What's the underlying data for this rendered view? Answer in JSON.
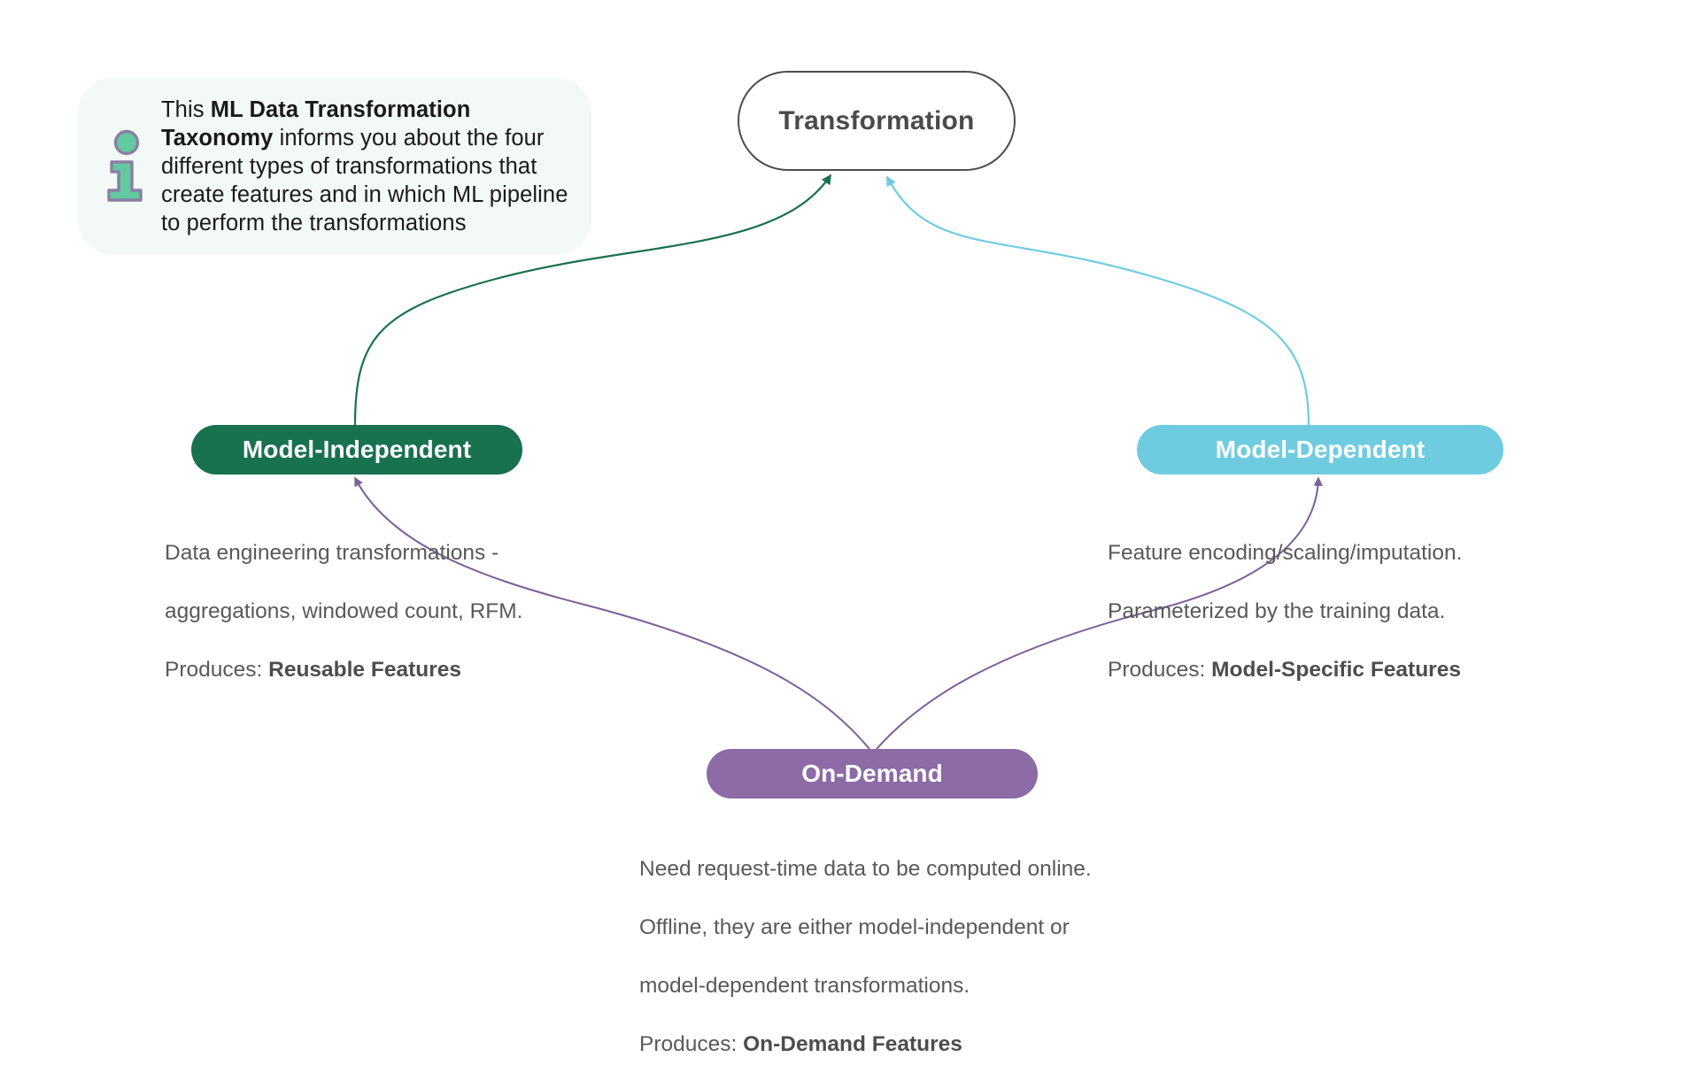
{
  "diagram": {
    "title": "ML Data Transformation Taxonomy",
    "background": "#ffffff"
  },
  "callout": {
    "icon": "info-icon",
    "text_prefix": "This ",
    "text_bold": "ML Data Transformation Taxonomy",
    "text_suffix": " informs you about the four different types of transformations that create features and in which ML pipeline to perform the transformations",
    "background": "#f2f9f6",
    "icon_fill": "#62c9a0",
    "icon_stroke": "#8a7fa3"
  },
  "nodes": {
    "root": {
      "label": "Transformation",
      "fill": "#ffffff",
      "border": "#4d4d4d",
      "text_color": "#4a4a4a"
    },
    "model_independent": {
      "label": "Model-Independent",
      "fill": "#18714f",
      "text_color": "#ffffff"
    },
    "model_dependent": {
      "label": "Model-Dependent",
      "fill": "#6fcce0",
      "text_color": "#ffffff"
    },
    "on_demand": {
      "label": "On-Demand",
      "fill": "#8c6ba6",
      "text_color": "#ffffff"
    }
  },
  "descriptions": {
    "model_independent": {
      "line1": "Data engineering transformations -",
      "line2": "aggregations, windowed count, RFM.",
      "produces_label": "Produces: ",
      "produces_value": "Reusable Features"
    },
    "model_dependent": {
      "line1": "Feature encoding/scaling/imputation.",
      "line2": "Parameterized by the training data.",
      "produces_label": "Produces: ",
      "produces_value": "Model-Specific Features"
    },
    "on_demand": {
      "line1": "Need request-time data to be computed online.",
      "line2": "Offline, they are either model-independent or",
      "line3": "model-dependent transformations.",
      "produces_label": "Produces: ",
      "produces_value": "On-Demand Features"
    }
  },
  "edges": {
    "model_independent_to_root": {
      "color": "#18714f",
      "arrow": "up"
    },
    "model_dependent_to_root": {
      "color": "#6fcce0",
      "arrow": "up"
    },
    "on_demand_to_model_independent": {
      "color": "#7d5f99",
      "arrow": "up"
    },
    "on_demand_to_model_dependent": {
      "color": "#7d5f99",
      "arrow": "up"
    }
  }
}
